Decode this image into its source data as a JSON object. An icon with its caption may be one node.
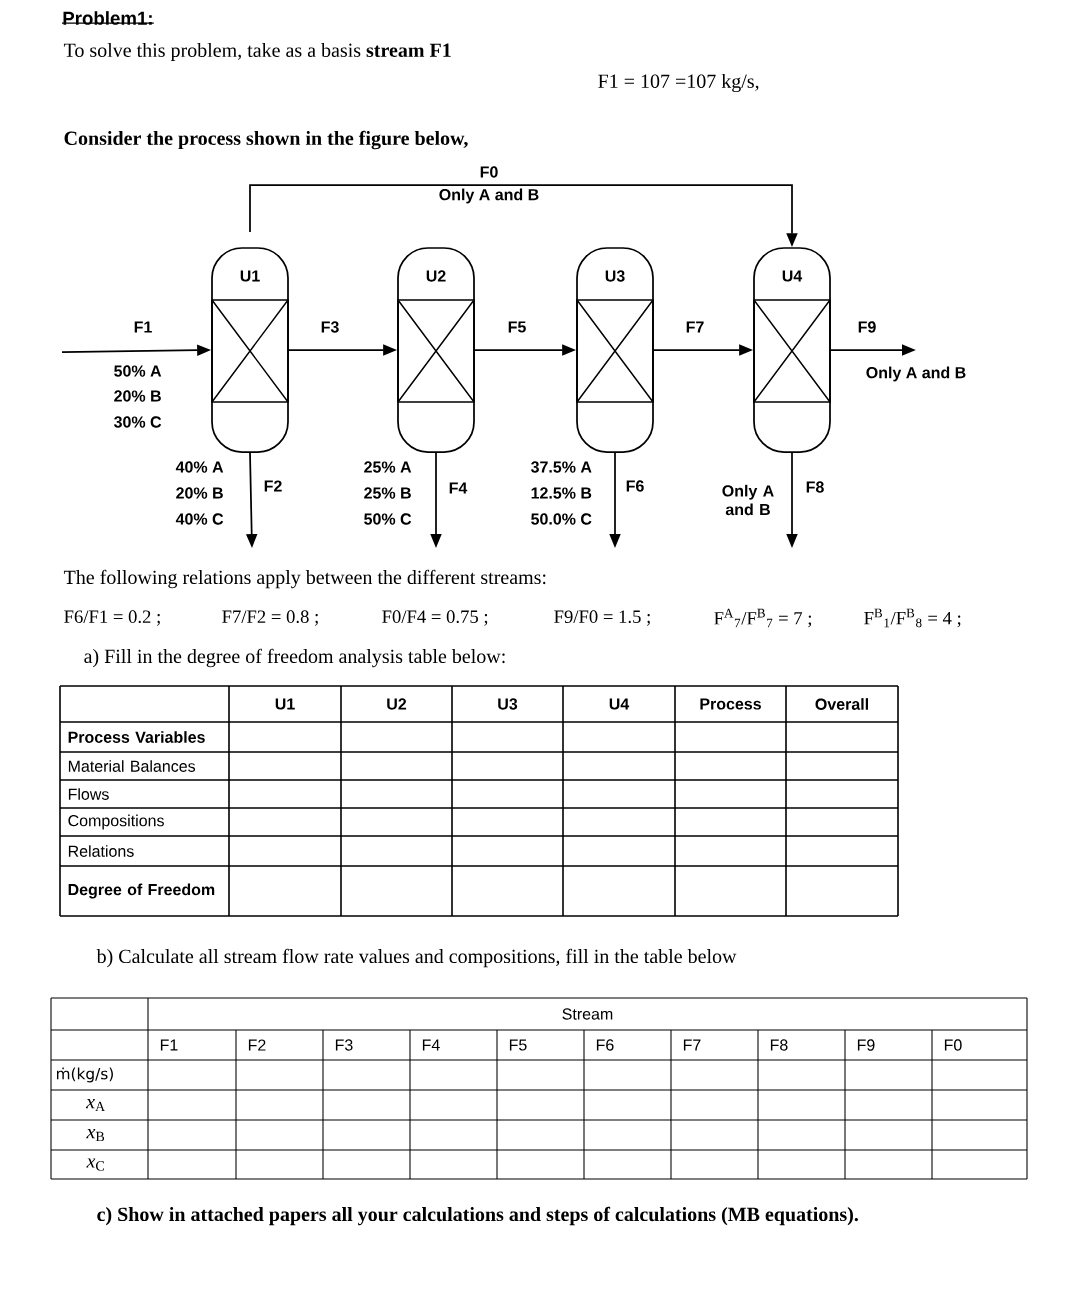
{
  "diagram": {
    "title": "Problem1:",
    "nodes": [
      {
        "text": [
          "U1"
        ]
      },
      {
        "text": [
          "U2"
        ]
      },
      {
        "text": [
          "U3"
        ]
      },
      {
        "text": [
          "U4"
        ]
      },
      {
        "text": [
          "Only A and B"
        ]
      }
    ],
    "edges": [
      {
        "from": null,
        "to": 0,
        "arrow": "to",
        "label": "F1"
      },
      {
        "from": 0,
        "to": null,
        "arrow": "to",
        "label": "F2"
      },
      {
        "from": 0,
        "to": 1,
        "arrow": "to",
        "label": "F3"
      },
      {
        "from": 1,
        "to": null,
        "arrow": "to",
        "label": "F4"
      },
      {
        "from": 1,
        "to": 2,
        "arrow": "to",
        "label": "F5"
      },
      {
        "from": 2,
        "to": null,
        "arrow": "to",
        "label": "F6"
      },
      {
        "from": 2,
        "to": 3,
        "arrow": "to",
        "label": "F7"
      },
      {
        "from": 3,
        "to": null,
        "arrow": "to",
        "label": "F8"
      },
      {
        "from": 3,
        "to": 4,
        "arrow": "to",
        "label": "F9"
      },
      {
        "from": null,
        "to": 3,
        "arrow": "to",
        "label": "F0"
      }
    ],
    "labels": [
      "To solve this problem, take as a basis **stream F1**",
      "F1 = 107 =107 kg/s,",
      "Consider the process shown in the figure below,",
      "Only A and B",
      "50% A",
      "20% B",
      "30% C",
      "40% A",
      "20% B",
      "40% C",
      "25% A",
      "25% B",
      "50% C",
      "37.5% A",
      "12.5% B",
      "50.0% C",
      "Only A and B",
      "The following relations apply between the different streams:",
      "F6/F1 = 0.2 ;",
      "F7/F2 = 0.8 ;",
      "F0/F4 = 0.75 ;",
      "F9/F0 = 1.5 ;",
      "F$^{A}$$_{7}$/F$^{B}$$_{7}$ = 7 ;",
      "F$^{B}$$_{1}$/F$^{B}$$_{8}$ = 4 ;",
      "a) Fill in the degree of freedom analysis table below:",
      "U1",
      "U2",
      "U3",
      "U4",
      "Process",
      "Overall",
      "Process Variables",
      "Material Balances",
      "Flows",
      "Compositions",
      "Relations",
      "Degree of Freedom",
      "b) Calculate all stream flow rate values and compositions, fill in the table below",
      "Stream",
      "F1",
      "F2",
      "F3",
      "F4",
      "F5",
      "F6",
      "F7",
      "F8",
      "F9",
      "F0",
      "ṁ(kg/s)",
      "*x*$_{A}$",
      "*x*$_{B}$",
      "*x*$_{C}$",
      "c) Show in attached papers all your calculations and steps of calculations (MB equations)."
    ]
  }
}
